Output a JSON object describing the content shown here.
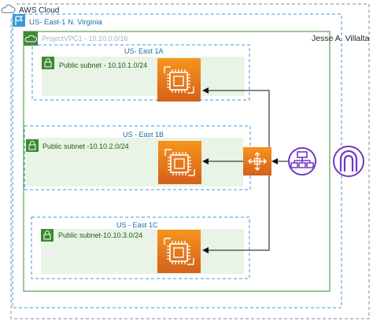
{
  "cloud": {
    "label": "AWS Cloud"
  },
  "region": {
    "label": "US- East-1 N. Virginia"
  },
  "vpc": {
    "label": "ProjectVPC1 - 10.10.0.0/16"
  },
  "author": "Jesse A. Villalta",
  "zones": [
    {
      "label": "US- East 1A",
      "subnet_label": "Public subnet -  10.10.1.0/24"
    },
    {
      "label": "US - East 1B",
      "subnet_label": "Public subnet -10.10.2.0/24"
    },
    {
      "label": "US - East 1C",
      "subnet_label": "Public subnet-10.10.3.0/24"
    }
  ],
  "icons": {
    "cloud": "cloud-icon",
    "region": "flag-icon",
    "vpc": "vpc-cloud-lock-icon",
    "subnet": "lock-icon",
    "instance": "ec2-chip-icon",
    "router": "router-icon",
    "load_balancer": "load-balancer-icon",
    "gateway": "internet-gateway-icon"
  },
  "colors": {
    "cloud_border": "#7f8c97",
    "region_border": "#3c9bd3",
    "vpc_border": "#3f8a36",
    "zone_border": "#3c9bd3",
    "subnet_fill": "#e9f3e6",
    "subnet_badge": "#3a8b2e",
    "ec2_gradient_top": "#f7941d",
    "ec2_gradient_bottom": "#d4611a",
    "purple": "#6f3ac2"
  }
}
